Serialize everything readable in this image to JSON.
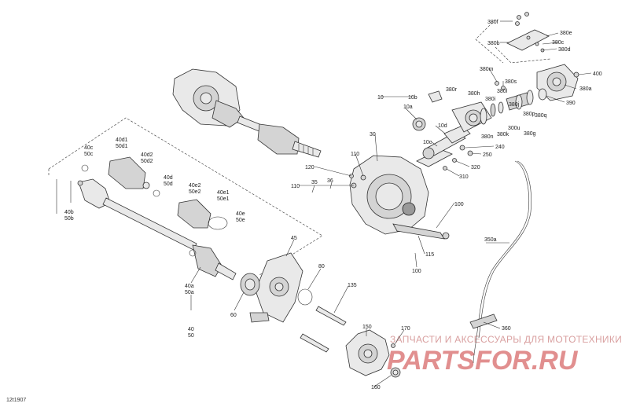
{
  "drawing_number": "12t1907",
  "watermark": {
    "tagline": "ЗАПЧАСТИ И АКСЕССУАРЫ ДЛЯ МОТОТЕХНИКИ",
    "logo_text": "PARTSFOR.RU"
  },
  "callouts": [
    "380f",
    "380e",
    "380c",
    "380b",
    "380d",
    "400",
    "380a",
    "390",
    "380m",
    "380s",
    "380r",
    "380h",
    "380i",
    "380l",
    "380j",
    "380p",
    "380q",
    "380g",
    "380n",
    "380k",
    "300u",
    "10",
    "10b",
    "10a",
    "10d",
    "10c",
    "240",
    "250",
    "320",
    "310",
    "30",
    "110",
    "120",
    "35",
    "36",
    "110",
    "100",
    "115",
    "100",
    "40c",
    "50c",
    "40d1",
    "50d1",
    "40d2",
    "50d2",
    "40d",
    "50d",
    "40e2",
    "50e2",
    "40e1",
    "50e1",
    "40e",
    "50e",
    "40b",
    "50b",
    "40a",
    "50a",
    "40",
    "50",
    "45",
    "80",
    "60",
    "135",
    "150",
    "170",
    "160",
    "350a",
    "360"
  ]
}
